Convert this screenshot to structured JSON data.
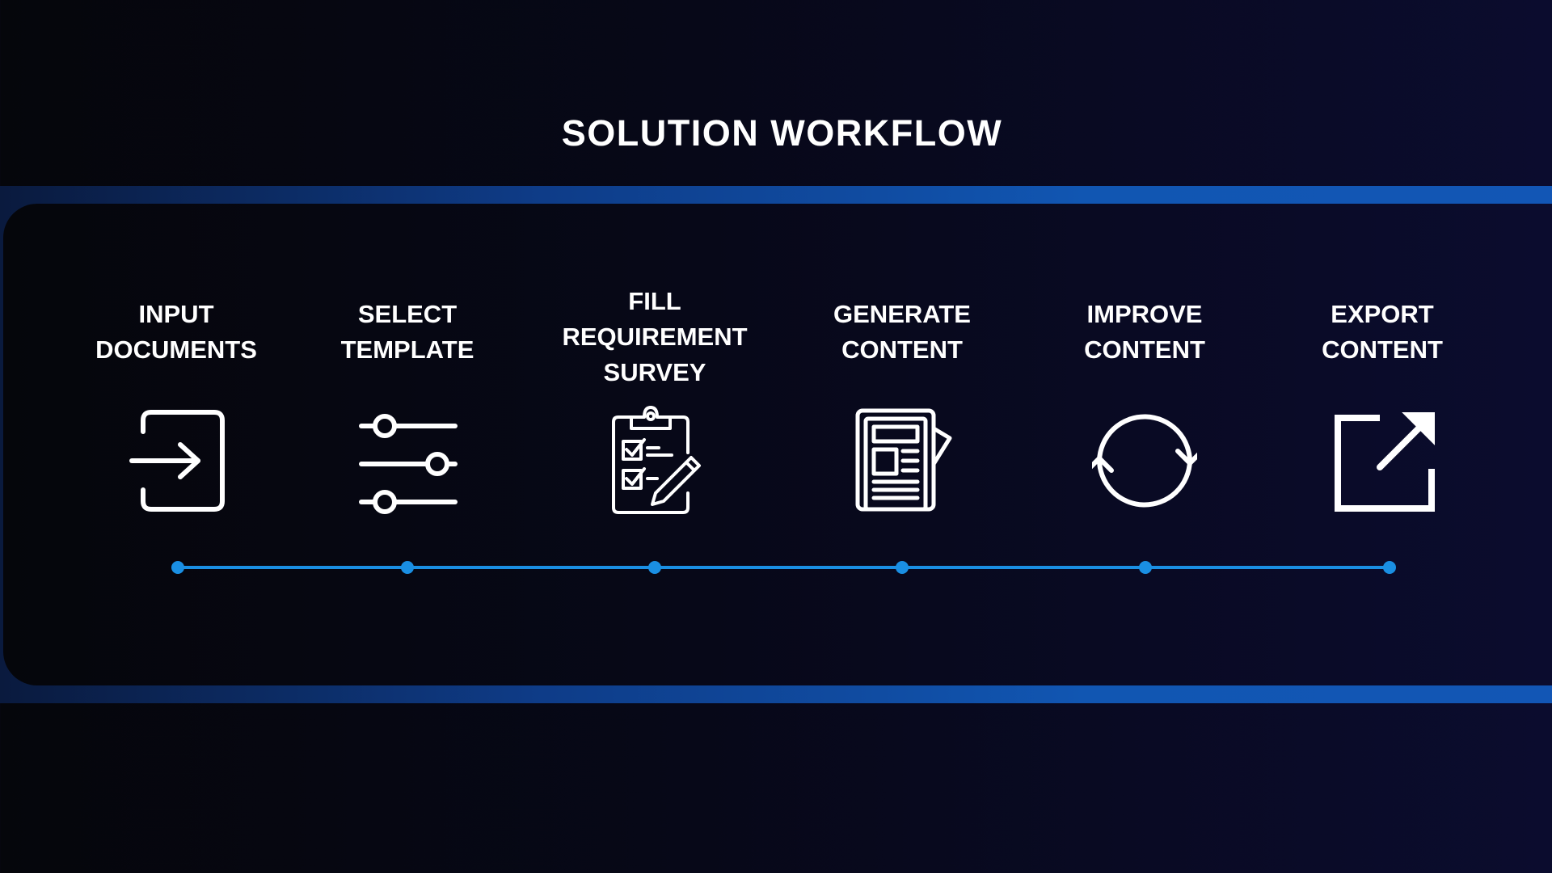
{
  "title": "SOLUTION WORKFLOW",
  "colors": {
    "accent": "#1a8fe3",
    "band": "#1156b2",
    "text": "#ffffff",
    "background": "#070818"
  },
  "steps": [
    {
      "label": "INPUT\nDOCUMENTS",
      "icon": "sign-in-icon"
    },
    {
      "label": "SELECT\nTEMPLATE",
      "icon": "sliders-icon"
    },
    {
      "label": "FILL\nREQUIREMENT\nSURVEY",
      "icon": "clipboard-checklist-icon"
    },
    {
      "label": "GENERATE\nCONTENT",
      "icon": "newspaper-icon"
    },
    {
      "label": "IMPROVE\nCONTENT",
      "icon": "refresh-cycle-icon"
    },
    {
      "label": "EXPORT\nCONTENT",
      "icon": "external-link-icon"
    }
  ]
}
